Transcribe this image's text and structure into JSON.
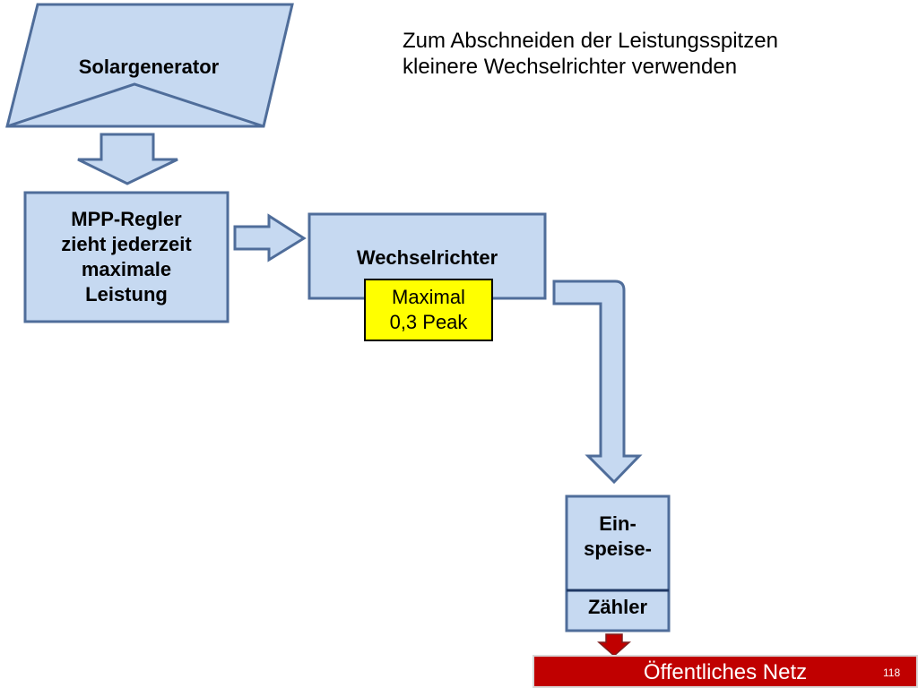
{
  "note": {
    "line1": "Zum Abschneiden der Leistungsspitzen",
    "line2": "kleinere Wechselrichter verwenden"
  },
  "nodes": {
    "solar": "Solargenerator",
    "mpp": [
      "MPP-Regler",
      "zieht jederzeit",
      "maximale",
      "Leistung"
    ],
    "inverter": "Wechselrichter",
    "limit": [
      "Maximal",
      "0,3 Peak"
    ],
    "meter_top": [
      "Ein-",
      "speise-"
    ],
    "meter_bottom": "Zähler",
    "grid": "Öffentliches Netz"
  },
  "page_number": "118",
  "colors": {
    "box_fill": "#c6d9f1",
    "box_stroke": "#4f6d9a",
    "highlight": "#ffff00",
    "grid_fill": "#c00000"
  }
}
